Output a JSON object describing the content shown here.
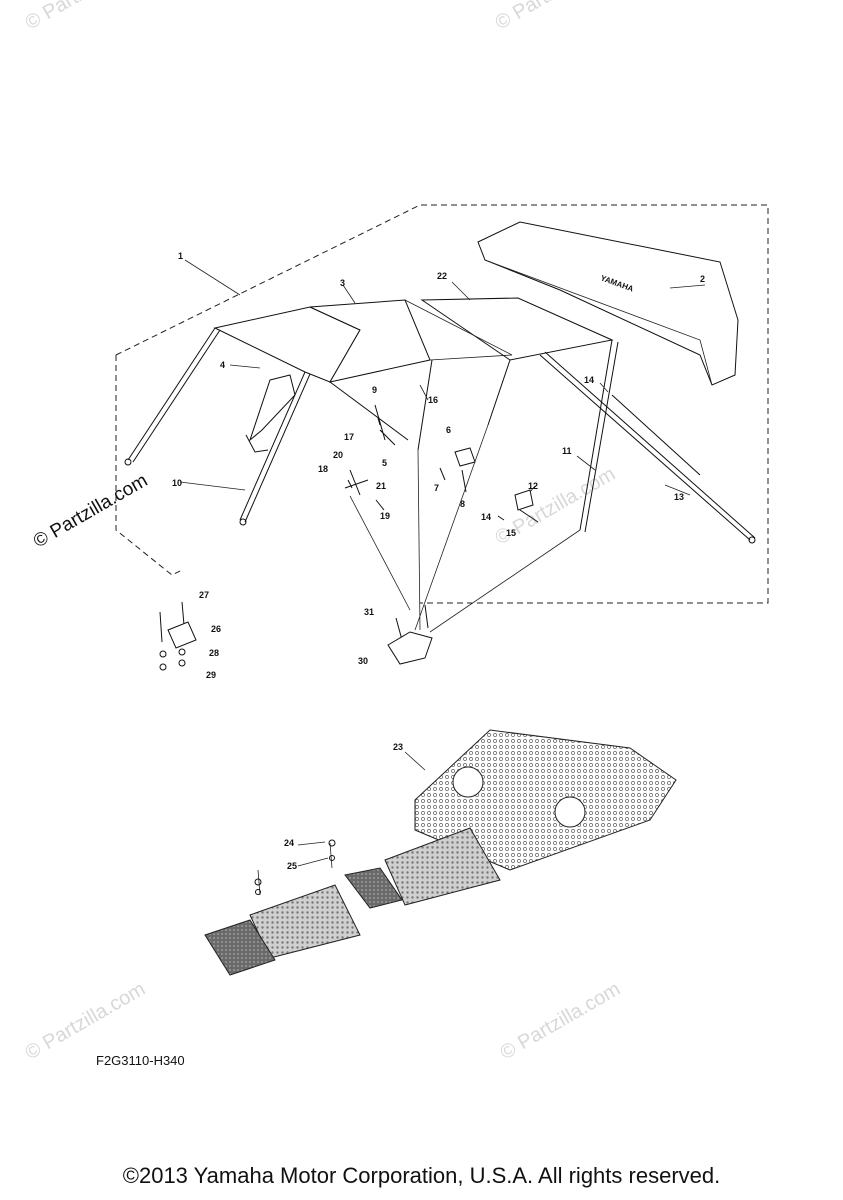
{
  "watermark": {
    "text": "© Partzilla.com"
  },
  "brand_mark": {
    "text": "YAMAHA"
  },
  "callouts": [
    {
      "n": "1"
    },
    {
      "n": "2"
    },
    {
      "n": "3"
    },
    {
      "n": "4"
    },
    {
      "n": "5"
    },
    {
      "n": "6"
    },
    {
      "n": "7"
    },
    {
      "n": "8"
    },
    {
      "n": "9"
    },
    {
      "n": "10"
    },
    {
      "n": "11"
    },
    {
      "n": "12"
    },
    {
      "n": "13"
    },
    {
      "n": "14"
    },
    {
      "n": "14"
    },
    {
      "n": "15"
    },
    {
      "n": "16"
    },
    {
      "n": "17"
    },
    {
      "n": "18"
    },
    {
      "n": "19"
    },
    {
      "n": "20"
    },
    {
      "n": "21"
    },
    {
      "n": "22"
    },
    {
      "n": "23"
    },
    {
      "n": "24"
    },
    {
      "n": "25"
    },
    {
      "n": "26"
    },
    {
      "n": "27"
    },
    {
      "n": "28"
    },
    {
      "n": "29"
    },
    {
      "n": "30"
    },
    {
      "n": "31"
    }
  ],
  "diagram_code": "F2G3110-H340",
  "copyright": "©2013 Yamaha Motor Corporation, U.S.A. All rights reserved."
}
